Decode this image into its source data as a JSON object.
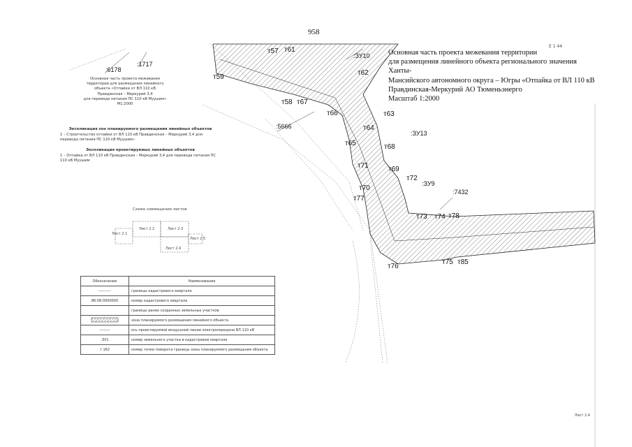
{
  "page_number": "958",
  "title": {
    "lines": [
      "Основная часть проекта межевания территории",
      "для размещения линейного объекта регионального значения Ханты-",
      "Мансийского автономного округа – Югры «Отпайка от ВЛ 110 кВ",
      "Правдинская-Меркурий АО Тюменьэнерго",
      "Масштаб 1:2000"
    ],
    "sheet_code": "Е 1 44"
  },
  "left_title": {
    "lines": [
      "Основная часть проекта межевания",
      "территории для размещения линейного",
      "объекта «Отпайки от ВЛ 110 кВ",
      "Правдинская – Меркурий 3,4",
      "для перевода питания ПС 110 кВ Муушим»",
      "М1:2000"
    ]
  },
  "explication_zones": {
    "heading": "Экспликация зон планируемого размещения линейных объектов",
    "item": "1 – Строительство отпайки от ВЛ 110 кВ Правдинская – Меркурий 3,4 для перевода питания ПС 110 кВ Муушим»"
  },
  "explication_objects": {
    "heading": "Экспликация проектируемых линейных объектов",
    "item": "1 – Отпайка от ВЛ 110 кВ Правдинская – Меркурий 3,4 для перевода питания ПС 110 кВ Муушим"
  },
  "scheme": {
    "title": "Схема совмещения листов",
    "sheets": [
      "Лист 2.1",
      "Лист 2.2",
      "Лист 2.3",
      "Лист 2.4",
      "Лист 2.5"
    ]
  },
  "legend": {
    "headers": [
      "Обозначение",
      "Наименование"
    ],
    "rows": [
      {
        "symbol": "----------",
        "name": "границы кадастрового квартала"
      },
      {
        "symbol": "86:08:0000000",
        "name": "номер кадастрового квартала"
      },
      {
        "symbol": "",
        "name": "границы ранее созданных земельных участков"
      },
      {
        "symbol": "hatch",
        "name": "зона планируемого размещения линейного объекта"
      },
      {
        "symbol": "———",
        "name": "ось проектируемой воздушной линии электропередачи ВЛ 110 кВ"
      },
      {
        "symbol": ":ЗУ1",
        "name": "номер земельного участка в кадастровом квартале"
      },
      {
        "symbol": "т 162",
        "name": "номер точки поворота границы зоны планируемого размещения объекта"
      }
    ]
  },
  "map_labels": {
    "parcels": [
      ":6178",
      ":1717",
      ":5666",
      ":7432",
      ":ЗУ10",
      ":ЗУ13",
      ":ЗУ9"
    ],
    "points": [
      "т57",
      "т61",
      "т59",
      "т62",
      "т58",
      "т67",
      "т66",
      "т63",
      "т64",
      "т65",
      "т68",
      "т71",
      "т69",
      "т72",
      "т70",
      "т77",
      "т73",
      "т74",
      "т78",
      "т76",
      "т75",
      "т85"
    ]
  },
  "corner_label": "Лист 2.4"
}
